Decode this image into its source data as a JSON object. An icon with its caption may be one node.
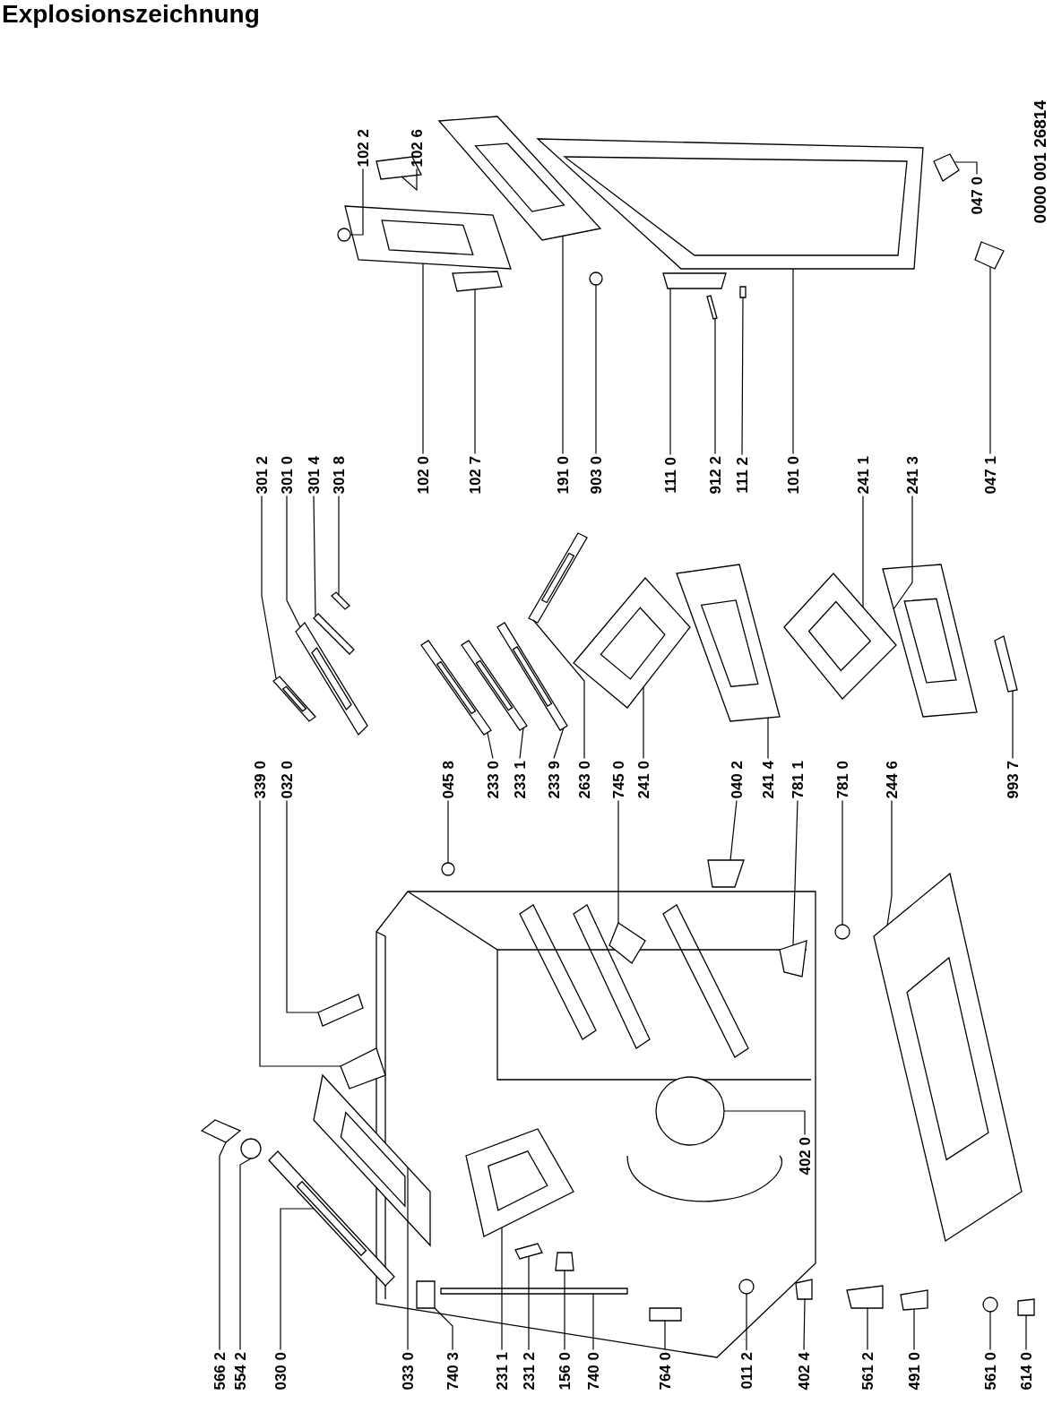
{
  "diagram": {
    "title": "Explosionszeichnung",
    "nodes": [
      {
        "text": [
          "566 2"
        ]
      },
      {
        "text": [
          "554 2"
        ]
      },
      {
        "text": [
          "030 0"
        ]
      },
      {
        "text": [
          "033 0"
        ]
      },
      {
        "text": [
          "740 3"
        ]
      },
      {
        "text": [
          "231 1"
        ]
      },
      {
        "text": [
          "231 2"
        ]
      },
      {
        "text": [
          "156 0"
        ]
      },
      {
        "text": [
          "740 0"
        ]
      },
      {
        "text": [
          "764 0"
        ]
      },
      {
        "text": [
          "011 2"
        ]
      },
      {
        "text": [
          "402 4"
        ]
      },
      {
        "text": [
          "561 2"
        ]
      },
      {
        "text": [
          "491 0"
        ]
      },
      {
        "text": [
          "561 0"
        ]
      },
      {
        "text": [
          "614 0"
        ]
      },
      {
        "text": [
          "402 0"
        ]
      },
      {
        "text": [
          "339 0"
        ]
      },
      {
        "text": [
          "032 0"
        ]
      },
      {
        "text": [
          "045 8"
        ]
      },
      {
        "text": [
          "233 0"
        ]
      },
      {
        "text": [
          "233 1"
        ]
      },
      {
        "text": [
          "233 9"
        ]
      },
      {
        "text": [
          "263 0"
        ]
      },
      {
        "text": [
          "745 0"
        ]
      },
      {
        "text": [
          "241 0"
        ]
      },
      {
        "text": [
          "040 2"
        ]
      },
      {
        "text": [
          "241 4"
        ]
      },
      {
        "text": [
          "781 1"
        ]
      },
      {
        "text": [
          "781 0"
        ]
      },
      {
        "text": [
          "244 6"
        ]
      },
      {
        "text": [
          "993 7"
        ]
      },
      {
        "text": [
          "301 2"
        ]
      },
      {
        "text": [
          "301 0"
        ]
      },
      {
        "text": [
          "301 4"
        ]
      },
      {
        "text": [
          "301 8"
        ]
      },
      {
        "text": [
          "102 0"
        ]
      },
      {
        "text": [
          "102 7"
        ]
      },
      {
        "text": [
          "191 0"
        ]
      },
      {
        "text": [
          "903 0"
        ]
      },
      {
        "text": [
          "111 0"
        ]
      },
      {
        "text": [
          "912 2"
        ]
      },
      {
        "text": [
          "111 2"
        ]
      },
      {
        "text": [
          "101 0"
        ]
      },
      {
        "text": [
          "241 1"
        ]
      },
      {
        "text": [
          "241 3"
        ]
      },
      {
        "text": [
          "047 1"
        ]
      },
      {
        "text": [
          "102 2"
        ]
      },
      {
        "text": [
          "102 6"
        ]
      },
      {
        "text": [
          "047 0"
        ]
      },
      {
        "text": [],
        "shape": "box"
      },
      {
        "text": [],
        "shape": "circle"
      },
      {
        "text": [],
        "shape": "picture"
      },
      {
        "text": [],
        "shape": "picture"
      },
      {
        "text": [],
        "shape": "box"
      },
      {
        "text": [],
        "shape": "picture"
      },
      {
        "text": [],
        "shape": "box"
      },
      {
        "text": [],
        "shape": "box"
      },
      {
        "text": [],
        "shape": "box"
      },
      {
        "text": [],
        "shape": "box"
      },
      {
        "text": [],
        "shape": "circle"
      },
      {
        "text": [],
        "shape": "box"
      },
      {
        "text": [],
        "shape": "box"
      },
      {
        "text": [],
        "shape": "box"
      },
      {
        "text": [],
        "shape": "circle"
      },
      {
        "text": [],
        "shape": "box"
      },
      {
        "text": [],
        "shape": "circle"
      },
      {
        "text": [],
        "shape": "box"
      },
      {
        "text": [],
        "shape": "box"
      },
      {
        "text": [],
        "shape": "circle"
      },
      {
        "text": [],
        "shape": "picture"
      },
      {
        "text": [],
        "shape": "picture"
      },
      {
        "text": [],
        "shape": "picture"
      },
      {
        "text": [],
        "shape": "picture"
      },
      {
        "text": [],
        "shape": "box"
      },
      {
        "text": [],
        "shape": "picture"
      },
      {
        "text": [],
        "shape": "box"
      },
      {
        "text": [],
        "shape": "picture"
      },
      {
        "text": [],
        "shape": "box"
      },
      {
        "text": [],
        "shape": "circle"
      },
      {
        "text": [],
        "shape": "picture"
      },
      {
        "text": [],
        "shape": "box"
      },
      {
        "text": [],
        "shape": "picture"
      },
      {
        "text": [],
        "shape": "picture"
      },
      {
        "text": [],
        "shape": "box"
      },
      {
        "text": [],
        "shape": "box"
      },
      {
        "text": [],
        "shape": "picture"
      },
      {
        "text": [],
        "shape": "box"
      },
      {
        "text": [],
        "shape": "picture"
      },
      {
        "text": [],
        "shape": "circle"
      },
      {
        "text": [],
        "shape": "box"
      },
      {
        "text": [],
        "shape": "box"
      },
      {
        "text": [],
        "shape": "box"
      },
      {
        "text": [],
        "shape": "picture"
      },
      {
        "text": [],
        "shape": "picture"
      },
      {
        "text": [],
        "shape": "picture"
      },
      {
        "text": [],
        "shape": "box"
      },
      {
        "text": [],
        "shape": "circle"
      },
      {
        "text": [],
        "shape": "box"
      },
      {
        "text": [],
        "shape": "box"
      }
    ],
    "edges": [
      {
        "from": 0,
        "to": 50,
        "arrow": "none"
      },
      {
        "from": 1,
        "to": 51,
        "arrow": "none"
      },
      {
        "from": 2,
        "to": 52,
        "arrow": "none"
      },
      {
        "from": 3,
        "to": 53,
        "arrow": "none"
      },
      {
        "from": 4,
        "to": 54,
        "arrow": "none"
      },
      {
        "from": 5,
        "to": 55,
        "arrow": "none"
      },
      {
        "from": 6,
        "to": 56,
        "arrow": "none"
      },
      {
        "from": 7,
        "to": 57,
        "arrow": "none"
      },
      {
        "from": 8,
        "to": 58,
        "arrow": "none"
      },
      {
        "from": 9,
        "to": 59,
        "arrow": "none"
      },
      {
        "from": 10,
        "to": 60,
        "arrow": "none"
      },
      {
        "from": 11,
        "to": 61,
        "arrow": "none"
      },
      {
        "from": 12,
        "to": 62,
        "arrow": "none"
      },
      {
        "from": 13,
        "to": 63,
        "arrow": "none"
      },
      {
        "from": 14,
        "to": 64,
        "arrow": "none"
      },
      {
        "from": 15,
        "to": 65,
        "arrow": "none"
      },
      {
        "from": 16,
        "to": 66,
        "arrow": "none"
      },
      {
        "from": 17,
        "to": 67,
        "arrow": "none"
      },
      {
        "from": 18,
        "to": 68,
        "arrow": "none"
      },
      {
        "from": 19,
        "to": 69,
        "arrow": "none"
      },
      {
        "from": 20,
        "to": 70,
        "arrow": "none"
      },
      {
        "from": 21,
        "to": 71,
        "arrow": "none"
      },
      {
        "from": 22,
        "to": 72,
        "arrow": "none"
      },
      {
        "from": 23,
        "to": 73,
        "arrow": "none"
      },
      {
        "from": 24,
        "to": 74,
        "arrow": "none"
      },
      {
        "from": 25,
        "to": 75,
        "arrow": "none"
      },
      {
        "from": 26,
        "to": 76,
        "arrow": "none"
      },
      {
        "from": 27,
        "to": 77,
        "arrow": "none"
      },
      {
        "from": 28,
        "to": 78,
        "arrow": "none"
      },
      {
        "from": 29,
        "to": 79,
        "arrow": "none"
      },
      {
        "from": 30,
        "to": 80,
        "arrow": "none"
      },
      {
        "from": 31,
        "to": 81,
        "arrow": "none"
      },
      {
        "from": 32,
        "to": 82,
        "arrow": "none"
      },
      {
        "from": 33,
        "to": 83,
        "arrow": "none"
      },
      {
        "from": 34,
        "to": 84,
        "arrow": "none"
      },
      {
        "from": 35,
        "to": 85,
        "arrow": "none"
      },
      {
        "from": 36,
        "to": 86,
        "arrow": "none"
      },
      {
        "from": 37,
        "to": 87,
        "arrow": "none"
      },
      {
        "from": 38,
        "to": 88,
        "arrow": "none"
      },
      {
        "from": 39,
        "to": 89,
        "arrow": "none"
      },
      {
        "from": 40,
        "to": 90,
        "arrow": "none"
      },
      {
        "from": 41,
        "to": 91,
        "arrow": "none"
      },
      {
        "from": 42,
        "to": 92,
        "arrow": "none"
      },
      {
        "from": 43,
        "to": 93,
        "arrow": "none"
      },
      {
        "from": 44,
        "to": 94,
        "arrow": "none"
      },
      {
        "from": 45,
        "to": 95,
        "arrow": "none"
      },
      {
        "from": 46,
        "to": 96,
        "arrow": "none"
      },
      {
        "from": 47,
        "to": 97,
        "arrow": "none"
      },
      {
        "from": 48,
        "to": 98,
        "arrow": "none"
      },
      {
        "from": 49,
        "to": 99,
        "arrow": "none"
      }
    ],
    "labels": [
      "0000 001 26814"
    ]
  }
}
